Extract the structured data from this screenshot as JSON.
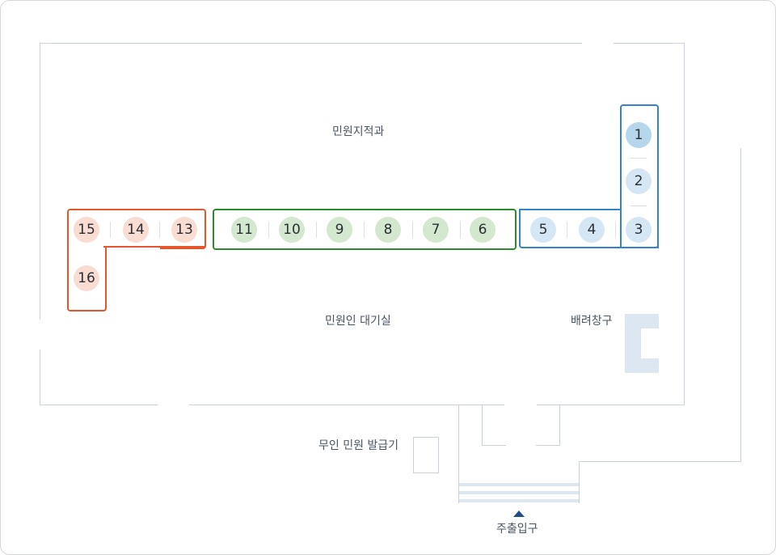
{
  "labels": {
    "main_office": "민원지적과",
    "waiting_room": "민원인 대기실",
    "priority_window": "배려창구",
    "kiosk": "무인 민원 발급기",
    "entrance": "주출입구"
  },
  "colors": {
    "orange": "#e2572e",
    "green": "#2c8b2c",
    "blue": "#3385c6",
    "orange_fill": "#f9dcd2",
    "green_fill": "#d3e8cf",
    "blue_fill": "#d5e7f4",
    "blue_highlight": "#b6d6ec"
  },
  "counters": {
    "c1": "1",
    "c2": "2",
    "c3": "3",
    "c4": "4",
    "c5": "5",
    "c6": "6",
    "c7": "7",
    "c8": "8",
    "c9": "9",
    "c10": "10",
    "c11": "11",
    "c13": "13",
    "c14": "14",
    "c15": "15",
    "c16": "16"
  }
}
